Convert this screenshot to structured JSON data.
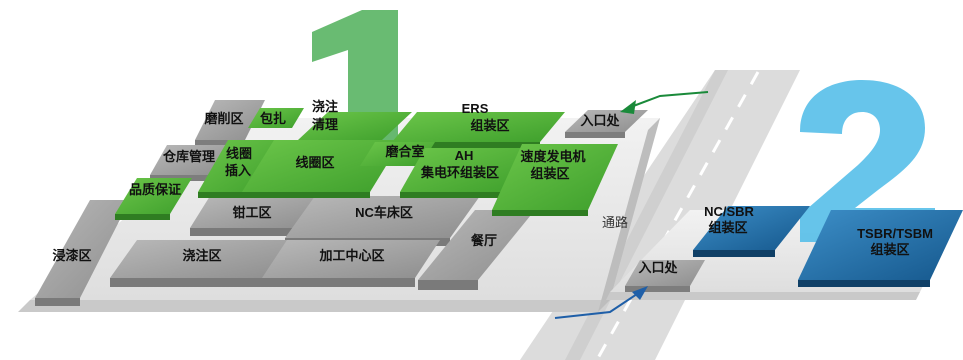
{
  "zone1": {
    "number": "1",
    "areas": {
      "grinding": "磨削区",
      "packing": "包扎",
      "casting_cleaning_1": "浇注",
      "casting_cleaning_2": "清理",
      "ers_1": "ERS",
      "ers_2": "组装区",
      "warehouse": "仓库管理",
      "coil_insert_1": "线圈",
      "coil_insert_2": "插入",
      "coil_area": "线圈区",
      "grinding_room": "磨合室",
      "ah_1": "AH",
      "ah_2": "集电环组装区",
      "speed_gen_1": "速度发电机",
      "speed_gen_2": "组装区",
      "quality": "品质保证",
      "fitter": "钳工区",
      "nc_lathe": "NC车床区",
      "paint": "浸漆区",
      "casting": "浇注区",
      "machining": "加工中心区",
      "canteen": "餐厅",
      "entrance": "入口处"
    }
  },
  "road": {
    "label": "通路"
  },
  "zone2": {
    "number": "2",
    "areas": {
      "nc_sbr_1": "NC/SBR",
      "nc_sbr_2": "组装区",
      "tsbr_1": "TSBR/TSBM",
      "tsbr_2": "组装区",
      "entrance": "入口处"
    }
  },
  "colors": {
    "green": "#4caf32",
    "green_big_number": "#3fa84a",
    "blue": "#1f6fa8",
    "blue_big_number": "#56bfe9",
    "gray_block": "#9c9c9c",
    "floor": "#e8e8e8",
    "road": "#d9d9d9"
  }
}
